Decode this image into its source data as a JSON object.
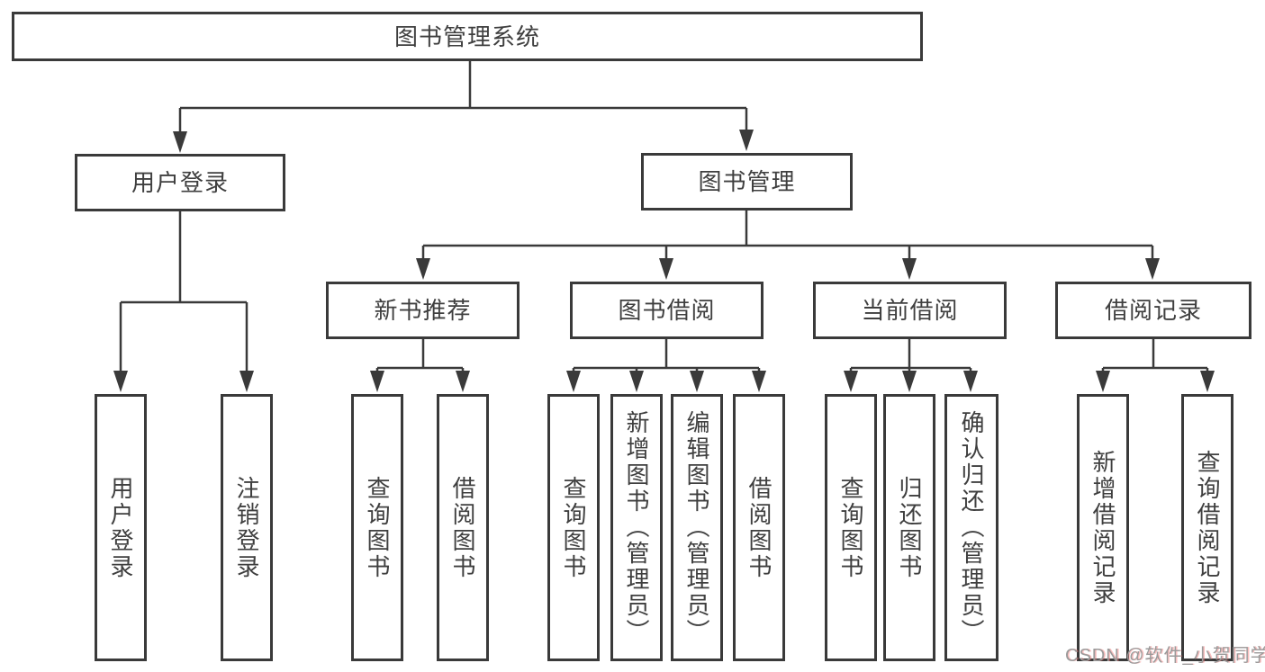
{
  "diagram": {
    "root": {
      "label": "图书管理系统"
    },
    "branches": [
      {
        "label": "用户登录",
        "children": [
          {
            "label": "用户登录"
          },
          {
            "label": "注销登录"
          }
        ]
      },
      {
        "label": "图书管理",
        "children": [
          {
            "label": "新书推荐",
            "children": [
              {
                "label": "查询图书"
              },
              {
                "label": "借阅图书"
              }
            ]
          },
          {
            "label": "图书借阅",
            "children": [
              {
                "label": "查询图书"
              },
              {
                "label": "新增图书（管理员）"
              },
              {
                "label": "编辑图书（管理员）"
              },
              {
                "label": "借阅图书"
              }
            ]
          },
          {
            "label": "当前借阅",
            "children": [
              {
                "label": "查询图书"
              },
              {
                "label": "归还图书"
              },
              {
                "label": "确认归还（管理员）"
              }
            ]
          },
          {
            "label": "借阅记录",
            "children": [
              {
                "label": "新增借阅记录"
              },
              {
                "label": "查询借阅记录"
              }
            ]
          }
        ]
      }
    ]
  },
  "colors": {
    "line": "#3a3a3a",
    "text": "#3f3f3f",
    "box_background": "#ffffff",
    "watermark": "#9b9b9b"
  },
  "watermark": {
    "text": "CSDN @软件_小贺同学"
  }
}
